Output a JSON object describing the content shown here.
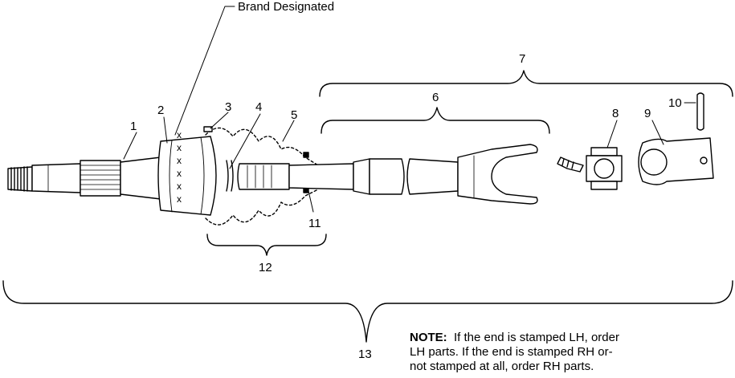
{
  "brand_label": "Brand Designated",
  "callouts": {
    "c1": "1",
    "c2": "2",
    "c3": "3",
    "c4": "4",
    "c5": "5",
    "c6": "6",
    "c7": "7",
    "c8": "8",
    "c9": "9",
    "c10": "10",
    "c11": "11",
    "c12": "12",
    "c13": "13"
  },
  "stamp_marks": [
    "x",
    "x",
    "x",
    "x",
    "x",
    "x"
  ],
  "note": {
    "heading": "NOTE:",
    "line1": "If the end is stamped LH, order",
    "line2": "LH parts.  If the end is stamped RH or-",
    "line3": "not stamped at all, order RH parts."
  }
}
